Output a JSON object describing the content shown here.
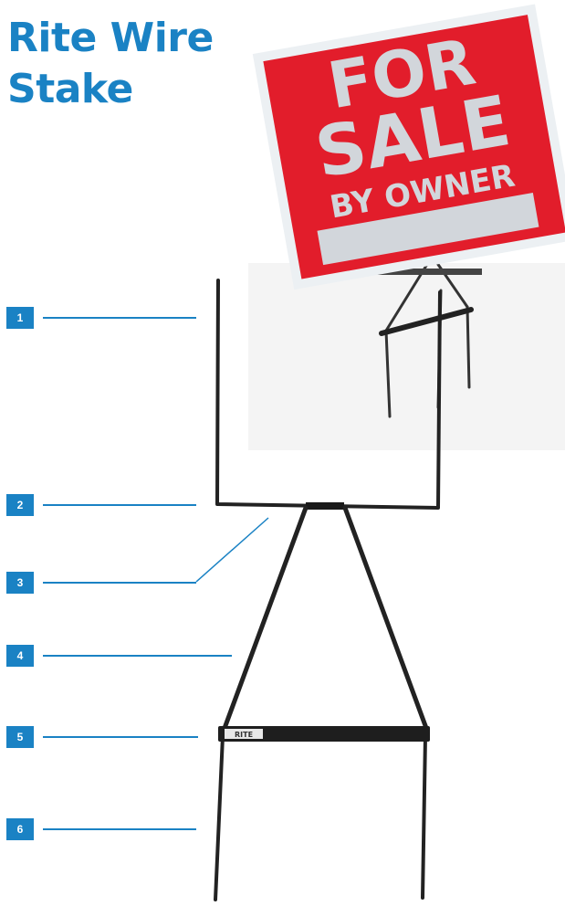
{
  "title": {
    "line1": "Rite Wire",
    "line2": "Stake"
  },
  "colors": {
    "accent": "#1a82c4",
    "sign_red": "#e21d2b",
    "sign_text": "#d2d6db",
    "wire": "#222222"
  },
  "sign": {
    "line1": "FOR",
    "line2": "SALE",
    "line3": "BY OWNER"
  },
  "stake_label": "RITE",
  "callouts": [
    "1",
    "2",
    "3",
    "4",
    "5",
    "6"
  ]
}
